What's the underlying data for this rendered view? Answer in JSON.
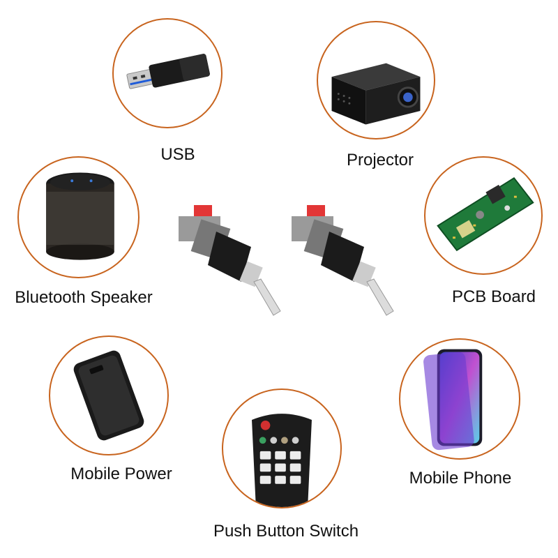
{
  "accent_color": "#c8641e",
  "devices": [
    {
      "label": "USB",
      "icon": "usb-drive-icon"
    },
    {
      "label": "Projector",
      "icon": "projector-icon"
    },
    {
      "label": "Bluetooth Speaker",
      "icon": "bluetooth-speaker-icon"
    },
    {
      "label": "PCB Board",
      "icon": "pcb-board-icon"
    },
    {
      "label": "Mobile Power",
      "icon": "power-bank-icon"
    },
    {
      "label": "Mobile Phone",
      "icon": "mobile-phone-icon"
    },
    {
      "label": "Push Button Switch",
      "icon": "remote-control-icon"
    }
  ],
  "center_product": {
    "icon": "rca-connector-icon",
    "count": 2
  }
}
